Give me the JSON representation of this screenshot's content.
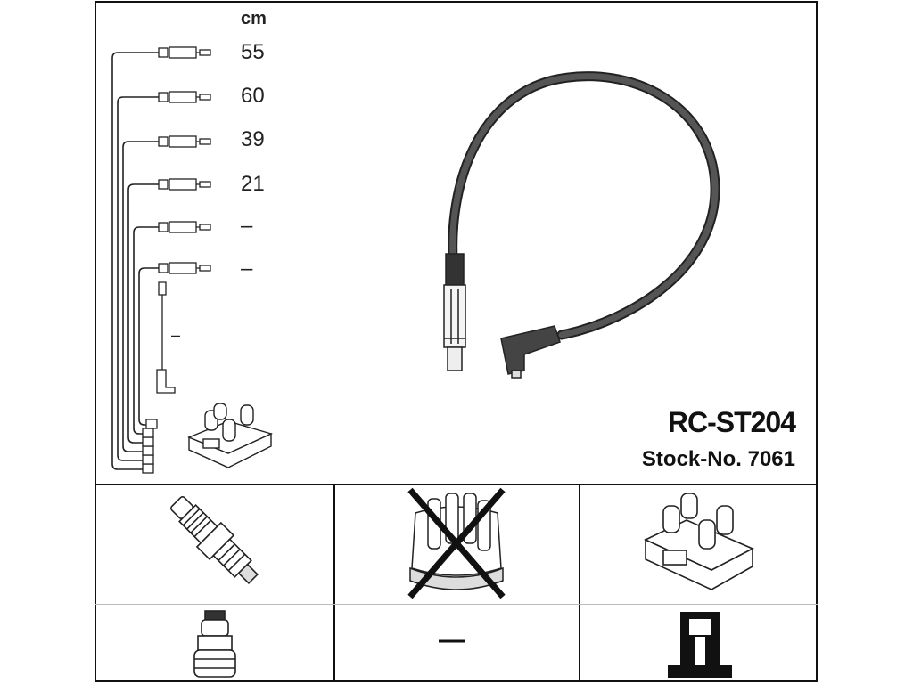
{
  "unit": "cm",
  "cables": [
    {
      "length": "55"
    },
    {
      "length": "60"
    },
    {
      "length": "39"
    },
    {
      "length": "21"
    },
    {
      "length": "–"
    },
    {
      "length": "–"
    }
  ],
  "coil_lead_length": "–",
  "product_code": "RC-ST204",
  "stock_number": "Stock-No. 7061",
  "parts": [
    {
      "icon": "spark-plug-icon"
    },
    {
      "icon": "distributor-cap-crossed-icon"
    },
    {
      "icon": "ignition-coil-icon"
    },
    {
      "icon": "plug-connector-icon"
    },
    {
      "label": "—"
    },
    {
      "icon": "terminal-icon"
    }
  ]
}
